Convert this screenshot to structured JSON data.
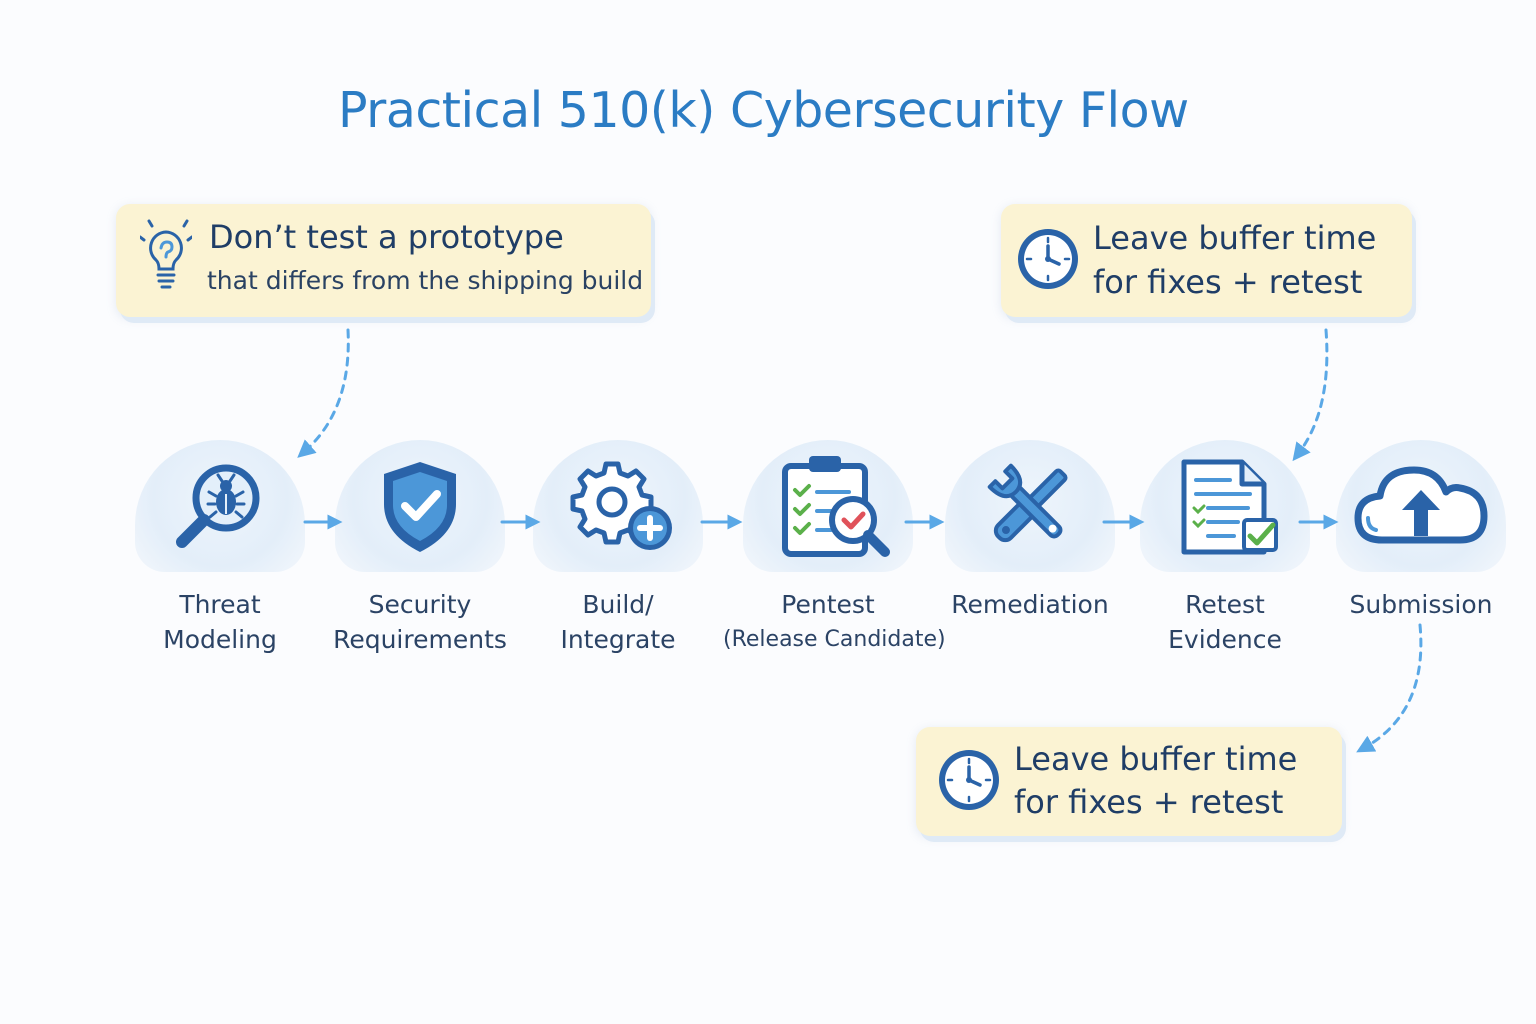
{
  "title": "Practical 510(k) Cybersecurity Flow",
  "callouts": {
    "prototype": {
      "line1": "Don’t test a prototype",
      "line2": "that differs from the shipping build",
      "icon": "lightbulb-icon"
    },
    "buffer_top": {
      "line1": "Leave buffer time",
      "line2": "for fixes + retest",
      "icon": "clock-icon"
    },
    "buffer_bottom": {
      "line1": "Leave buffer time",
      "line2": "for fixes + retest",
      "icon": "clock-icon"
    }
  },
  "steps": [
    {
      "line1": "Threat",
      "line2": "Modeling",
      "icon": "magnifier-bug-icon"
    },
    {
      "line1": "Security",
      "line2": "Requirements",
      "icon": "shield-check-icon"
    },
    {
      "line1": "Build/",
      "line2": "Integrate",
      "icon": "gear-plus-icon"
    },
    {
      "line1": "Pentest",
      "line2": "(Release Candidate)",
      "icon": "clipboard-magnifier-icon"
    },
    {
      "line1": "Remediation",
      "line2": "",
      "icon": "wrench-screwdriver-icon"
    },
    {
      "line1": "Retest",
      "line2": "Evidence",
      "icon": "document-check-icon"
    },
    {
      "line1": "Submission",
      "line2": "",
      "icon": "cloud-upload-icon"
    }
  ],
  "colors": {
    "title": "#2b7cc4",
    "icon_dark": "#2a63a8",
    "icon_light": "#4c97d8",
    "callout_bg": "#fbf3d3",
    "arrow": "#5aa8e6",
    "check": "#5bb04a",
    "mark_red": "#e0525a"
  }
}
